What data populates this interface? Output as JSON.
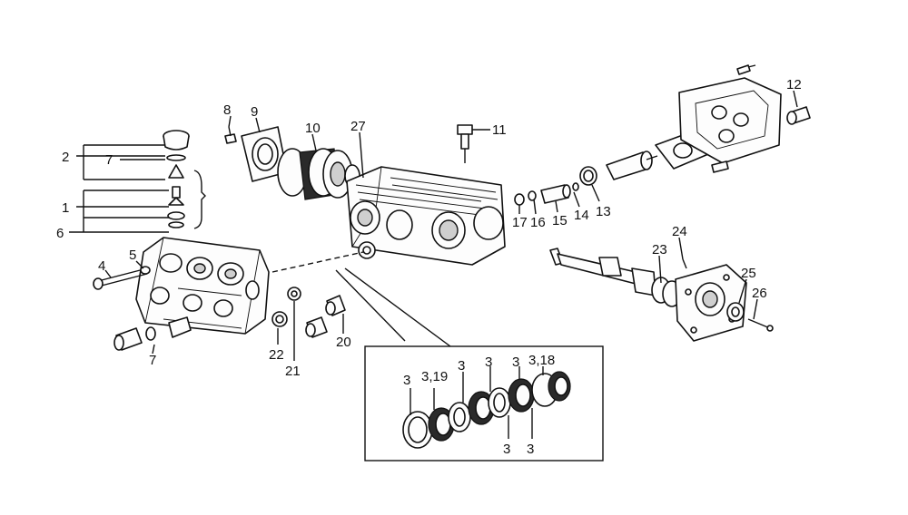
{
  "labels": {
    "l1": "1",
    "l2": "2",
    "l3a": "3",
    "l3_19": "3,19",
    "l3b": "3",
    "l3c": "3",
    "l3d": "3",
    "l3_18": "3,18",
    "l3e": "3",
    "l3f": "3",
    "l4": "4",
    "l5": "5",
    "l6": "6",
    "l7a": "7",
    "l7b": "7",
    "l8": "8",
    "l9": "9",
    "l10": "10",
    "l11": "11",
    "l12": "12",
    "l13": "13",
    "l14": "14",
    "l15": "15",
    "l16": "16",
    "l17": "17",
    "l20": "20",
    "l21": "21",
    "l22": "22",
    "l23": "23",
    "l24": "24",
    "l25": "25",
    "l26": "26",
    "l27": "27"
  },
  "colors": {
    "ink": "#111111",
    "paper": "#ffffff"
  }
}
